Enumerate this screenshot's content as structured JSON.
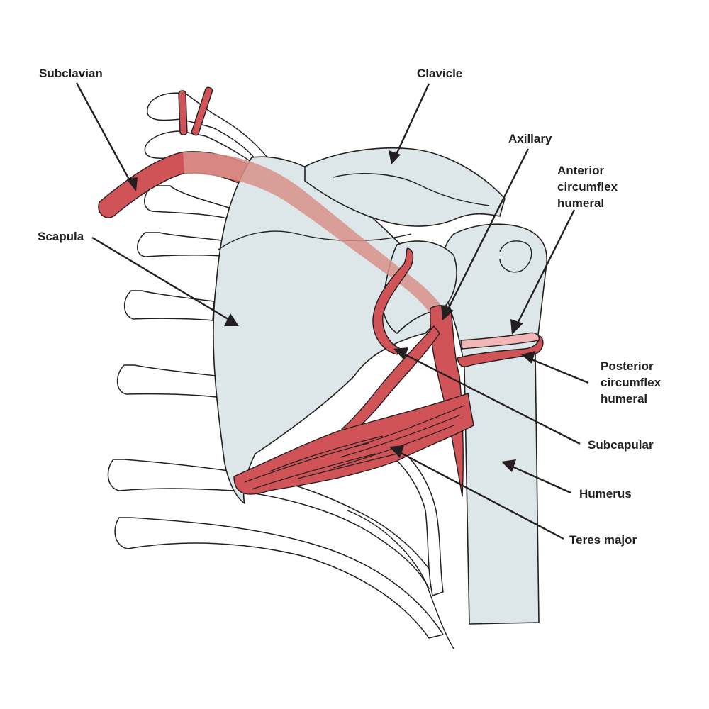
{
  "figure": {
    "title": "Axillary artery branches of the shoulder",
    "labels": {
      "subclavian": "Subclavian",
      "clavicle": "Clavicle",
      "axillary": "Axillary",
      "anterior_line1": "Anterior",
      "anterior_line2": "circumflex",
      "anterior_line3": "humeral",
      "scapula": "Scapula",
      "posterior_line1": "Posterior",
      "posterior_line2": "circumflex",
      "posterior_line3": "humeral",
      "subcapular": "Subcapular",
      "humerus": "Humerus",
      "teres_major": "Teres major"
    },
    "colors": {
      "artery": "#d05457",
      "artery_behind_bone": "#d9908a",
      "anterior_circumflex": "#f2b6b6",
      "bone": "#dde6e8",
      "outline": "#231f20"
    }
  }
}
